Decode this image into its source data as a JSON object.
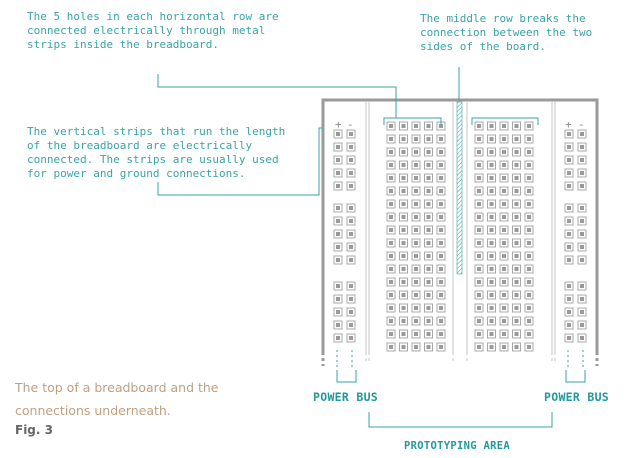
{
  "annotations": {
    "holes_row": "The 5 holes in each horizontal row are\nconnected electrically through metal\nstrips inside the breadboard.",
    "middle_row": "The middle row breaks the\nconnection between the two\nsides of the board.",
    "vertical_strips": "The vertical strips that run the length\nof the breadboard are electrically\nconnected. The strips are usually used\nfor power and ground connections."
  },
  "labels": {
    "power_bus_left": "POWER BUS",
    "power_bus_right": "POWER BUS",
    "prototyping_area": "PROTOTYPING AREA"
  },
  "rail_signs": {
    "left_plus": "+",
    "left_minus": "-",
    "right_plus": "+",
    "right_minus": "-"
  },
  "caption": "The top of a breadboard and the connections underneath.",
  "figure_label": "Fig. 3",
  "colors": {
    "accent": "#3aa3a6",
    "board_outline": "#9a9a9a",
    "hole": "#9a9a9a",
    "caption": "#c0a080"
  }
}
